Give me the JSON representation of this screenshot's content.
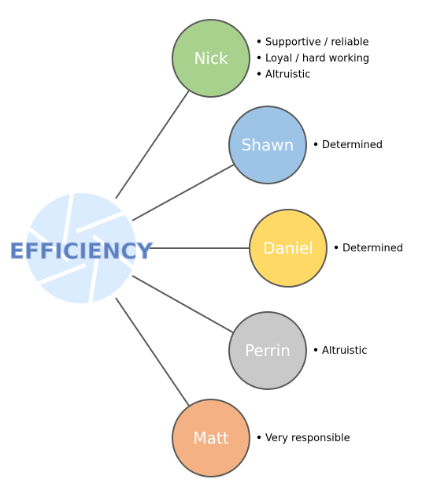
{
  "center": {
    "label": "EFFICIENCY",
    "text_color": "#5b7fbf",
    "text_outline": "#a9bfe6",
    "logo_color": "#dcecff"
  },
  "people": [
    {
      "name": "Nick",
      "color": "#a9d18e",
      "traits": [
        "Supportive / reliable",
        "Loyal / hard working",
        "Altruistic"
      ]
    },
    {
      "name": "Shawn",
      "color": "#9dc3e6",
      "traits": [
        "Determined"
      ]
    },
    {
      "name": "Daniel",
      "color": "#ffd966",
      "traits": [
        "Determined"
      ]
    },
    {
      "name": "Perrin",
      "color": "#c9c9c9",
      "traits": [
        "Altruistic"
      ]
    },
    {
      "name": "Matt",
      "color": "#f4b183",
      "traits": [
        "Very responsible"
      ]
    }
  ],
  "colors": {
    "bubble_stroke": "#595959",
    "connector": "#595959"
  }
}
